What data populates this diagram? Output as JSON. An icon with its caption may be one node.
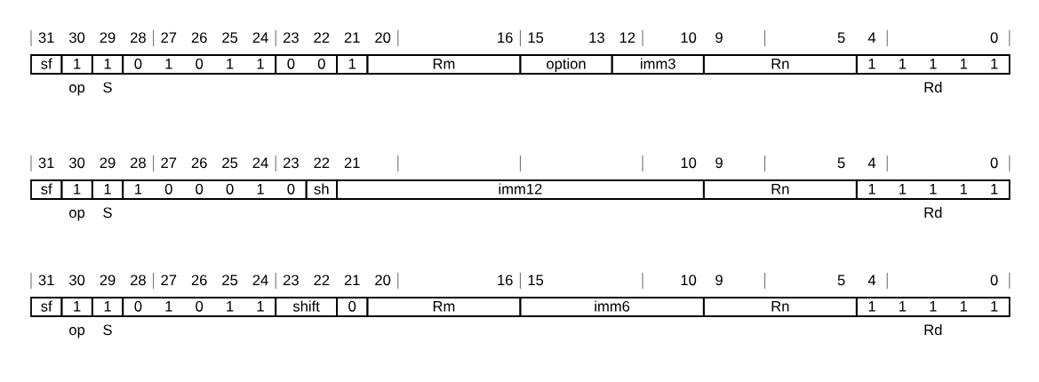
{
  "diagram": {
    "nodes": [
      {
        "text": [
          "sf"
        ]
      },
      {
        "text": [
          "1"
        ],
        "beside": [
          "op"
        ]
      },
      {
        "text": [
          "1"
        ],
        "beside": [
          "S"
        ]
      },
      {
        "text": [
          "0",
          "1",
          "0",
          "1",
          "1"
        ]
      },
      {
        "text": [
          "0",
          "0"
        ]
      },
      {
        "text": [
          "1"
        ]
      },
      {
        "text": [
          "Rm"
        ]
      },
      {
        "text": [
          "option"
        ]
      },
      {
        "text": [
          "imm3"
        ]
      },
      {
        "text": [
          "Rn"
        ]
      },
      {
        "text": [
          "1",
          "1",
          "1",
          "1",
          "1"
        ],
        "beside": [
          "Rd"
        ]
      },
      {
        "text": [
          "sf"
        ]
      },
      {
        "text": [
          "1"
        ],
        "beside": [
          "op"
        ]
      },
      {
        "text": [
          "1"
        ],
        "beside": [
          "S"
        ]
      },
      {
        "text": [
          "1",
          "0",
          "0",
          "0",
          "1",
          "0"
        ]
      },
      {
        "text": [
          "sh"
        ]
      },
      {
        "text": [
          "imm12"
        ]
      },
      {
        "text": [
          "Rn"
        ]
      },
      {
        "text": [
          "1",
          "1",
          "1",
          "1",
          "1"
        ],
        "beside": [
          "Rd"
        ]
      },
      {
        "text": [
          "sf"
        ]
      },
      {
        "text": [
          "1"
        ],
        "beside": [
          "op"
        ]
      },
      {
        "text": [
          "1"
        ],
        "beside": [
          "S"
        ]
      },
      {
        "text": [
          "0",
          "1",
          "0",
          "1",
          "1"
        ]
      },
      {
        "text": [
          "shift"
        ]
      },
      {
        "text": [
          "0"
        ]
      },
      {
        "text": [
          "Rm"
        ]
      },
      {
        "text": [
          "imm6"
        ]
      },
      {
        "text": [
          "Rn"
        ]
      },
      {
        "text": [
          "1",
          "1",
          "1",
          "1",
          "1"
        ],
        "beside": [
          "Rd"
        ]
      }
    ],
    "labels": [
      "31",
      "30",
      "29",
      "28",
      "27",
      "26",
      "25",
      "24",
      "23",
      "22",
      "21",
      "20",
      "16",
      "15",
      "13",
      "12",
      "10",
      "9",
      "5",
      "4",
      "0",
      "31",
      "30",
      "29",
      "28",
      "27",
      "26",
      "25",
      "24",
      "23",
      "22",
      "21",
      "10",
      "9",
      "5",
      "4",
      "0",
      "31",
      "30",
      "29",
      "28",
      "27",
      "26",
      "25",
      "24",
      "23",
      "22",
      "21",
      "20",
      "16",
      "15",
      "10",
      "9",
      "5",
      "4",
      "0"
    ]
  }
}
